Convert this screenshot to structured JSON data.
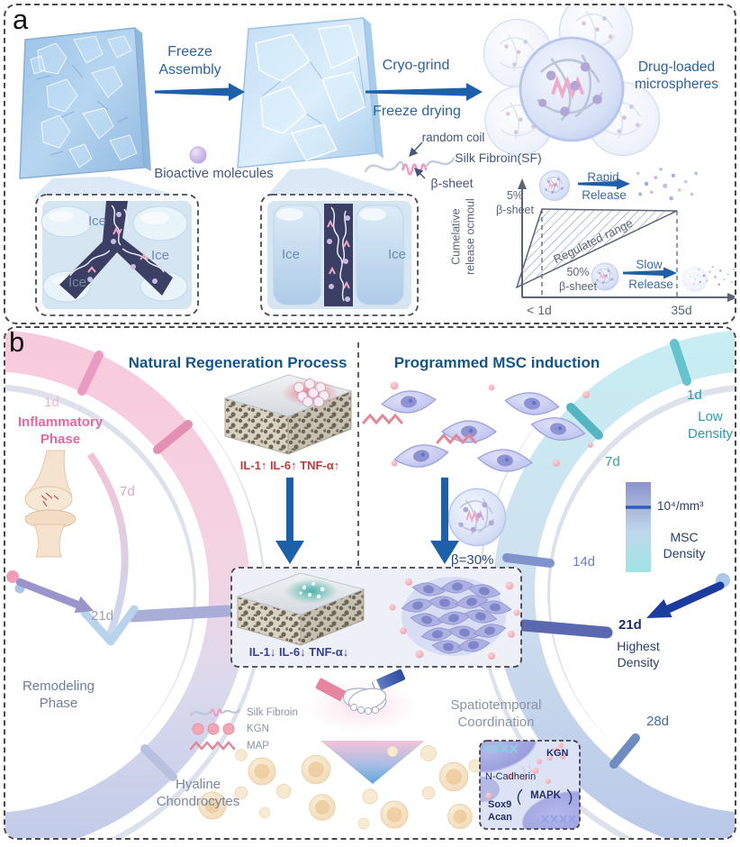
{
  "panel_a": {
    "label": "a",
    "freeze_assembly": "Freeze\nAssembly",
    "cryo_grind": "Cryo-grind",
    "freeze_drying": "Freeze drying",
    "drug_loaded": "Drug-loaded\nmicrospheres",
    "bioactive": "Bioactive molecules",
    "random_coil": "random coil",
    "silk_fibroin": "Silk Fibroin(SF)",
    "beta_sheet": "β-sheet",
    "inset1_ice": [
      "Ice",
      "Ice",
      "Ice"
    ],
    "inset2_ice": [
      "Ice",
      "Ice"
    ],
    "graph": {
      "y_label": "Cumelative\nrelease ocmoul",
      "high_beta": "5%\nβ-sheet",
      "low_beta": "50%\nβ-sheet",
      "regulated": "Regulated range",
      "rapid_1": "Rapid",
      "rapid_2": "Release",
      "slow_1": "Slow",
      "slow_2": "Release",
      "tick_start": "< 1d",
      "tick_end": "35d"
    }
  },
  "panel_b": {
    "label": "b",
    "left_title": "Natural Regeneration Process",
    "right_title": "Programmed MSC induction",
    "left_clock": {
      "d1": "1d",
      "d7": "7d",
      "d21": "21d",
      "inflammatory": "Inflammatory\nPhase",
      "remodeling": "Remodeling\nPhase"
    },
    "right_clock": {
      "d1": "1d",
      "low": "Low\nDensity",
      "d7": "7d",
      "d14": "14d",
      "d21": "21d",
      "highest": "Highest\nDensity",
      "d28": "28d",
      "value": "10⁴/mm³",
      "msc": "MSC\nDensity"
    },
    "cytokines_up": "IL-1↑  IL-6↑  TNF-α↑",
    "cytokines_down": "IL-1↓  IL-6↓  TNF-α↓",
    "beta30": "β=30%",
    "spatiotemporal": "Spatiotemporal\nCoordination",
    "legend": {
      "silk": "Silk Fibroin",
      "kgn": "KGN",
      "map": "MAP"
    },
    "hyaline": "Hyaline\nChondrocytes",
    "pathway": {
      "kgn": "KGN",
      "ncadherin": "N-Cadherin",
      "mapk": "MAPK",
      "sox9": "Sox9",
      "acan": "Acan"
    }
  },
  "colors": {
    "arrow_blue": "#1d5fa8",
    "navy": "#1b3c9e",
    "red_up": "#bf3a3a",
    "down_navy": "#3b3f8f",
    "pink_phase": "#e8679e",
    "teal": "#2b9aa8",
    "channel_navy": "#3b3f63"
  }
}
